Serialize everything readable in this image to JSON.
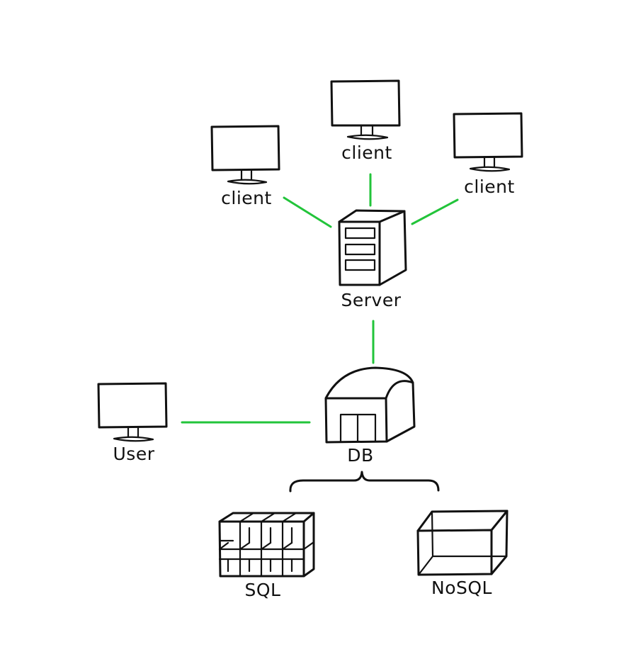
{
  "colors": {
    "ink": "#111111",
    "link": "#22c43a",
    "background": "#ffffff"
  },
  "nodes": {
    "client_left": {
      "label": "client",
      "icon": "monitor-icon"
    },
    "client_top": {
      "label": "client",
      "icon": "monitor-icon"
    },
    "client_right": {
      "label": "client",
      "icon": "monitor-icon"
    },
    "server": {
      "label": "Server",
      "icon": "server-tower-icon"
    },
    "db": {
      "label": "DB",
      "icon": "warehouse-icon"
    },
    "user": {
      "label": "User",
      "icon": "monitor-icon"
    },
    "sql": {
      "label": "SQL",
      "icon": "shelving-grid-icon"
    },
    "nosql": {
      "label": "NoSQL",
      "icon": "open-box-icon"
    }
  },
  "edges": [
    {
      "from": "client_left",
      "to": "server"
    },
    {
      "from": "client_top",
      "to": "server"
    },
    {
      "from": "client_right",
      "to": "server"
    },
    {
      "from": "server",
      "to": "db"
    },
    {
      "from": "user",
      "to": "db"
    },
    {
      "from": "db",
      "to": "sql",
      "style": "brace"
    },
    {
      "from": "db",
      "to": "nosql",
      "style": "brace"
    }
  ]
}
